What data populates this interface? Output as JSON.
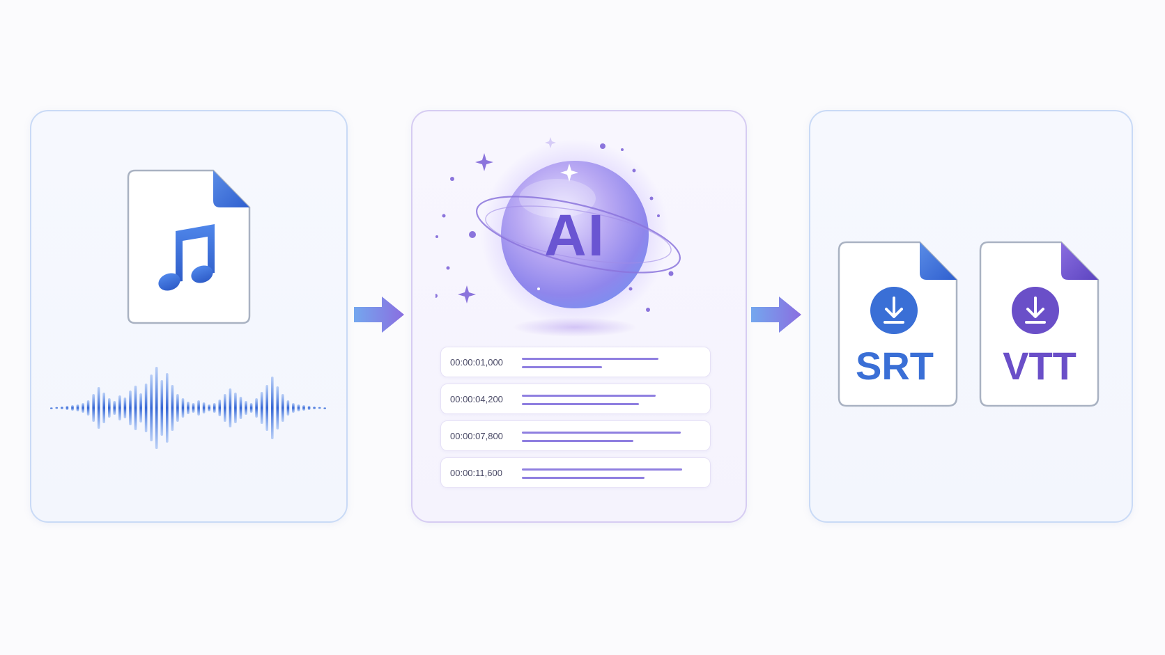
{
  "diagram": {
    "ai_label": "AI",
    "subtitles": [
      {
        "timestamp": "00:00:01,000"
      },
      {
        "timestamp": "00:00:04,200"
      },
      {
        "timestamp": "00:00:07,800"
      },
      {
        "timestamp": "00:00:11,600"
      }
    ],
    "outputs": [
      {
        "format": "SRT",
        "color": "#3a6fd6",
        "icon": "download-icon"
      },
      {
        "format": "VTT",
        "color": "#6a4fc8",
        "icon": "download-icon"
      }
    ]
  },
  "icons": {
    "input_file": "audio-file-icon",
    "waveform": "sound-wave-icon",
    "ai": "ai-orb-icon",
    "arrow": "arrow-right-icon"
  },
  "colors": {
    "blue": "#3a6fd6",
    "purple": "#6a4fc8",
    "panel_border_blue": "#c9daf6",
    "panel_border_purple": "#d6ccf2"
  }
}
